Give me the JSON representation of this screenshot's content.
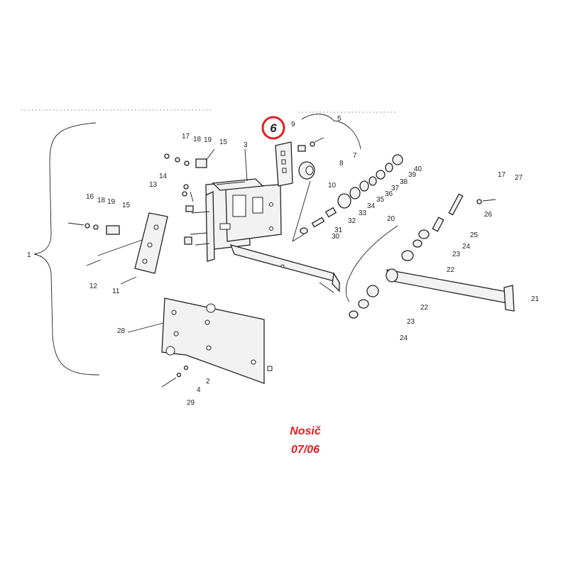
{
  "diagram": {
    "highlighted_part": "6",
    "part_labels": [
      "1",
      "2",
      "3",
      "4",
      "5",
      "7",
      "8",
      "9",
      "10",
      "11",
      "12",
      "13",
      "14",
      "15",
      "15",
      "16",
      "17",
      "17",
      "18",
      "18",
      "19",
      "19",
      "20",
      "21",
      "22",
      "22",
      "23",
      "23",
      "24",
      "24",
      "25",
      "26",
      "27",
      "28",
      "29",
      "30",
      "31",
      "32",
      "33",
      "34",
      "35",
      "36",
      "37",
      "38",
      "39",
      "40"
    ]
  },
  "caption": {
    "title": "Nosič",
    "code": "07/06"
  },
  "colors": {
    "highlight": "#e02020",
    "line": "#222222",
    "background": "#ffffff"
  }
}
